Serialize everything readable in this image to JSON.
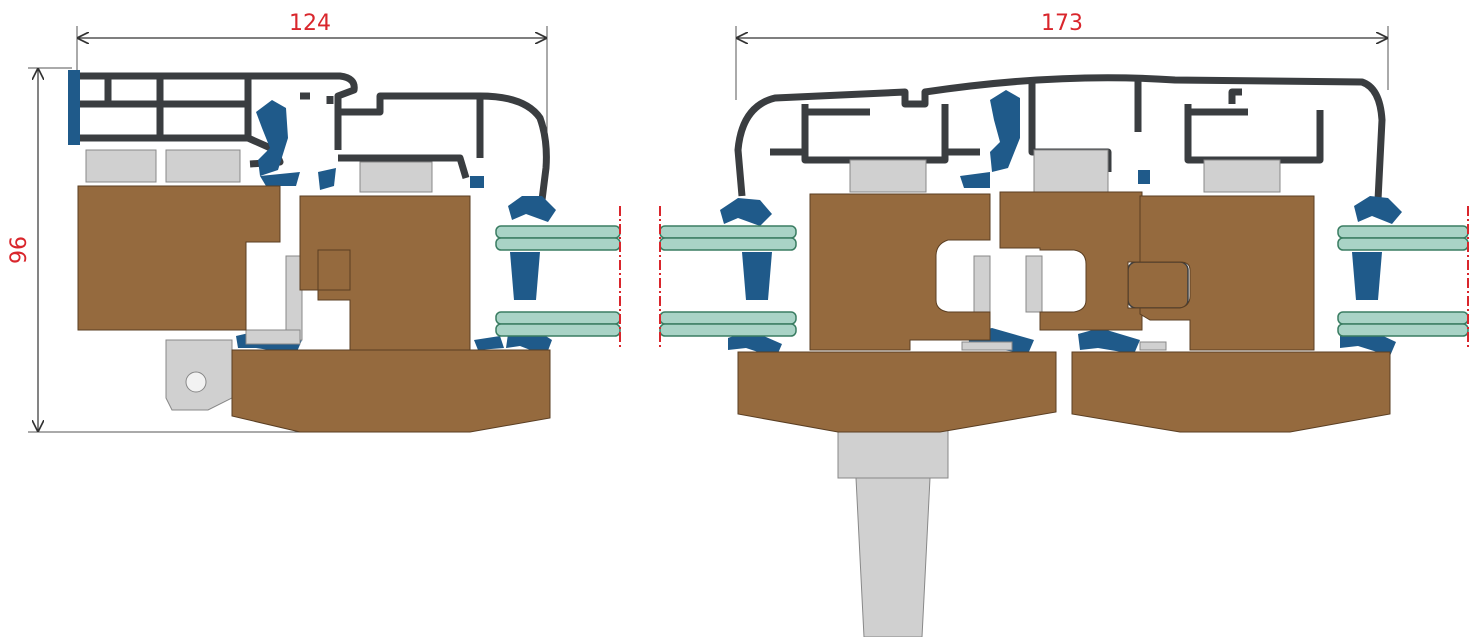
{
  "dimensions": {
    "left_width": "124",
    "left_height": "96",
    "right_width": "173"
  },
  "colors": {
    "wood": "#956a3e",
    "aluminium": "#3a3d40",
    "gasket": "#1f5a8a",
    "glass": "#a9d3c6",
    "hardware": "#cfcfcf",
    "dimension_line": "#333333",
    "dimension_text": "#d9262c",
    "cut_line": "#d9262c"
  }
}
